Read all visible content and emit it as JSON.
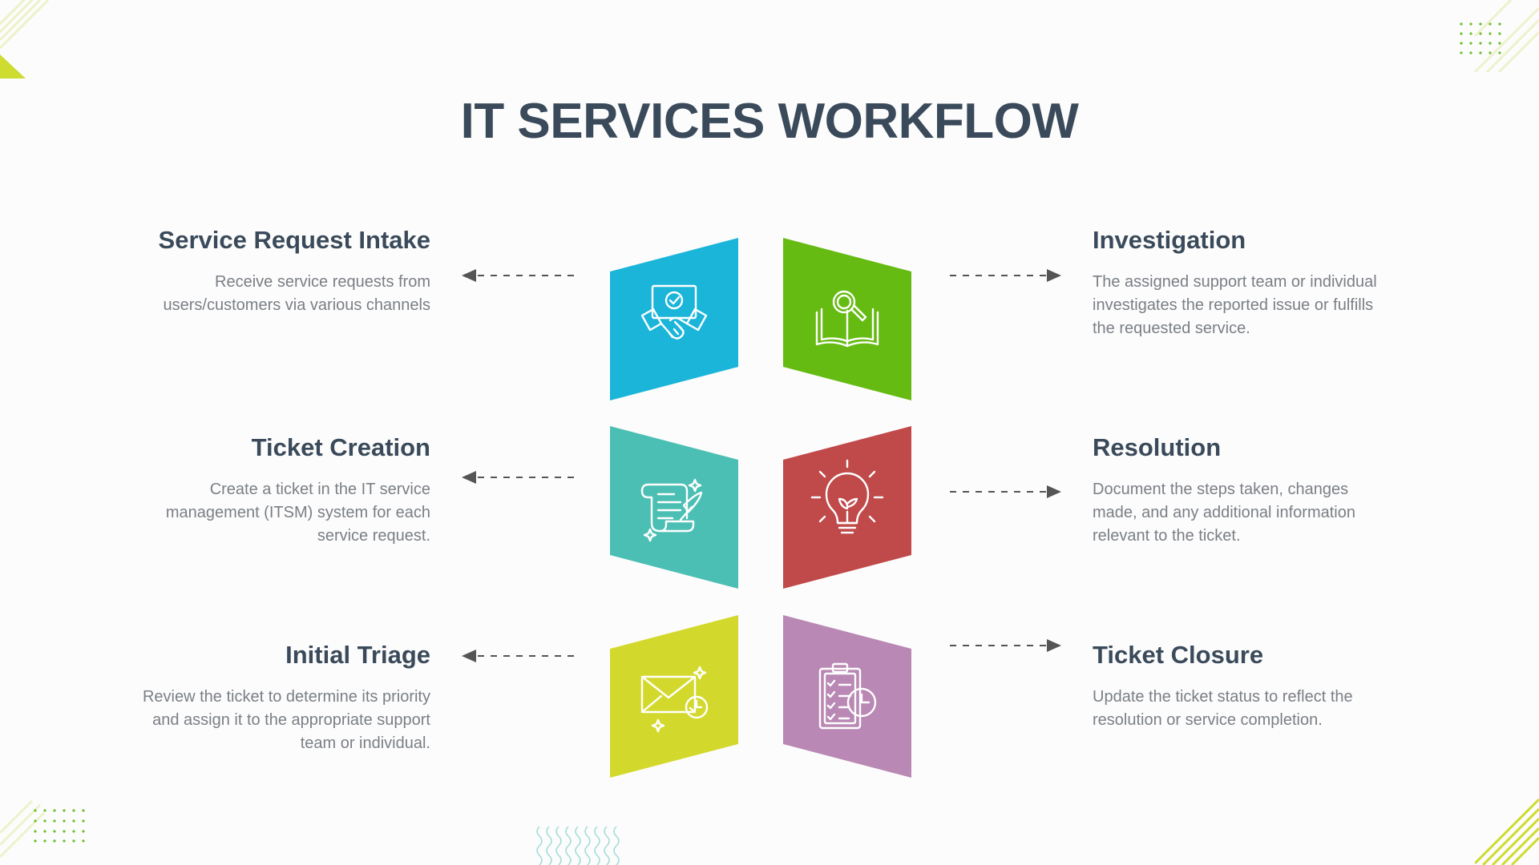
{
  "title": "IT SERVICES WORKFLOW",
  "steps": [
    {
      "id": "service-request-intake",
      "title": "Service Request Intake",
      "description": "Receive service requests from users/customers via various channels",
      "color": "#1ab5d9",
      "icon": "handshake-icon"
    },
    {
      "id": "investigation",
      "title": "Investigation",
      "description": "The assigned support team or individual investigates the reported issue or fulfills the requested service.",
      "color": "#66bb12",
      "icon": "book-magnifier-icon"
    },
    {
      "id": "ticket-creation",
      "title": "Ticket Creation",
      "description": "Create a ticket in the IT service management (ITSM) system for each service request.",
      "color": "#4cbfb4",
      "icon": "scroll-quill-icon"
    },
    {
      "id": "resolution",
      "title": "Resolution",
      "description": "Document the steps taken, changes made, and any additional information relevant to the ticket.",
      "color": "#c0494a",
      "icon": "lightbulb-icon"
    },
    {
      "id": "initial-triage",
      "title": "Initial Triage",
      "description": "Review the ticket to determine its priority and assign it to the appropriate support team or individual.",
      "color": "#d3d92c",
      "icon": "envelope-clock-icon"
    },
    {
      "id": "ticket-closure",
      "title": "Ticket Closure",
      "description": "Update the ticket status to reflect the resolution or service completion.",
      "color": "#b988b4",
      "icon": "checklist-clock-icon"
    }
  ],
  "colors": {
    "title": "#3a4a5a",
    "body_text": "#7a7f85",
    "arrow": "#555555",
    "accent_lime": "#cddc2e",
    "accent_green": "#6cbf2a"
  }
}
